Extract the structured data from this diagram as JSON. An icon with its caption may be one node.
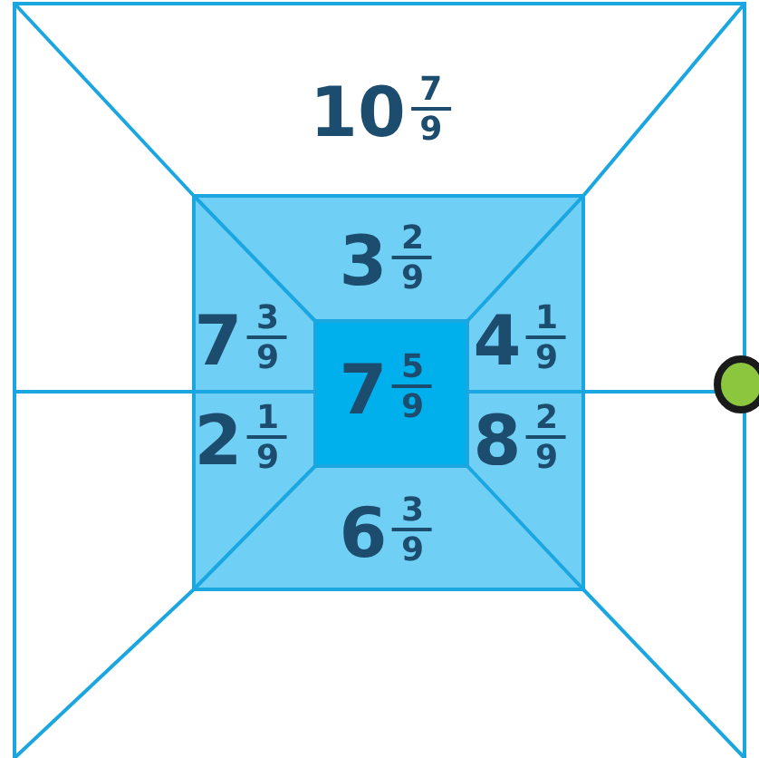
{
  "diagram": {
    "labels": [
      "10$^{7}$$_{9}$",
      "3$^{2}$$_{9}$",
      "7$^{3}$$_{9}$",
      "4$^{1}$$_{9}$",
      "7$^{5}$$_{9}$",
      "2$^{1}$$_{9}$",
      "8$^{2}$$_{9}$",
      "6$^{3}$$_{9}$"
    ]
  }
}
